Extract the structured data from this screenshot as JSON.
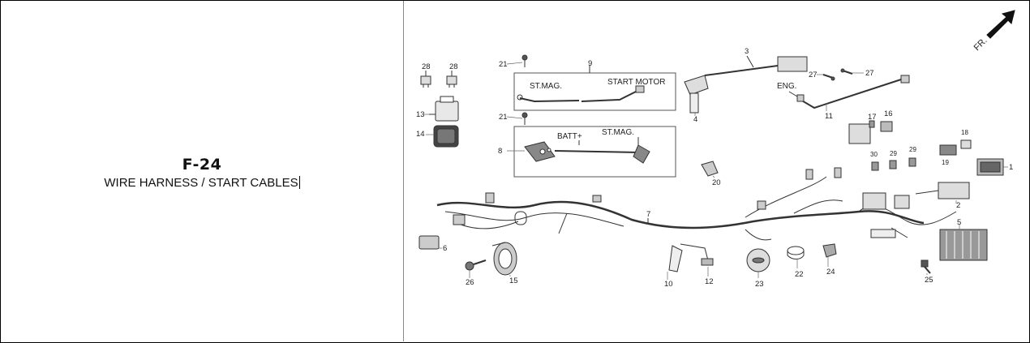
{
  "section": {
    "code": "F-24",
    "title": "WIRE HARNESS / START CABLES"
  },
  "diagram": {
    "direction_label": "FR.",
    "callouts": {
      "st_mag_1": "ST.MAG.",
      "start_motor": "START MOTOR",
      "batt": "BATT+",
      "st_mag_2": "ST.MAG.",
      "eng": "ENG."
    },
    "parts": [
      {
        "id": "p1",
        "number": "1"
      },
      {
        "id": "p2",
        "number": "2"
      },
      {
        "id": "p3",
        "number": "3"
      },
      {
        "id": "p4",
        "number": "4"
      },
      {
        "id": "p5",
        "number": "5"
      },
      {
        "id": "p6",
        "number": "6"
      },
      {
        "id": "p7",
        "number": "7"
      },
      {
        "id": "p8",
        "number": "8"
      },
      {
        "id": "p9",
        "number": "9"
      },
      {
        "id": "p10",
        "number": "10"
      },
      {
        "id": "p11",
        "number": "11"
      },
      {
        "id": "p12",
        "number": "12"
      },
      {
        "id": "p13",
        "number": "13"
      },
      {
        "id": "p14",
        "number": "14"
      },
      {
        "id": "p15",
        "number": "15"
      },
      {
        "id": "p16",
        "number": "16"
      },
      {
        "id": "p17",
        "number": "17"
      },
      {
        "id": "p18",
        "number": "18"
      },
      {
        "id": "p19",
        "number": "19"
      },
      {
        "id": "p20",
        "number": "20"
      },
      {
        "id": "p21a",
        "number": "21"
      },
      {
        "id": "p21b",
        "number": "21"
      },
      {
        "id": "p22",
        "number": "22"
      },
      {
        "id": "p23",
        "number": "23"
      },
      {
        "id": "p24",
        "number": "24"
      },
      {
        "id": "p25",
        "number": "25"
      },
      {
        "id": "p26",
        "number": "26"
      },
      {
        "id": "p27a",
        "number": "27"
      },
      {
        "id": "p27b",
        "number": "27"
      },
      {
        "id": "p28a",
        "number": "28"
      },
      {
        "id": "p28b",
        "number": "28"
      },
      {
        "id": "p29a",
        "number": "29"
      },
      {
        "id": "p29b",
        "number": "29"
      },
      {
        "id": "p30",
        "number": "30"
      }
    ]
  }
}
